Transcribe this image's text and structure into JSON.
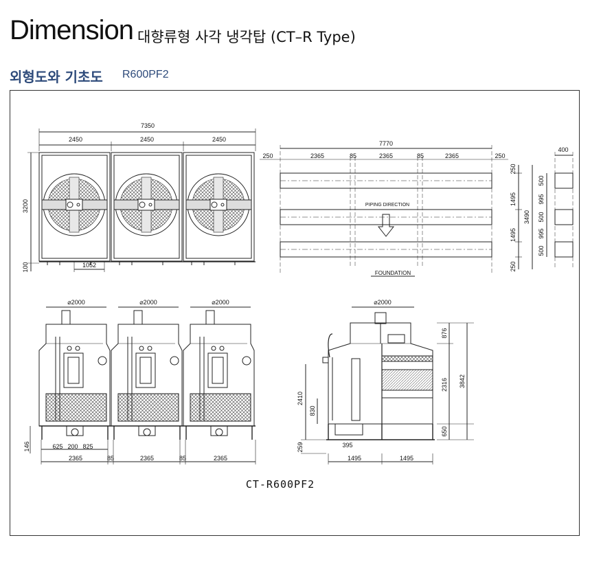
{
  "header": {
    "title": "Dimension",
    "subtitle": "대향류형 사각 냉각탑 (CT–R Type)"
  },
  "section": {
    "title": "외형도와 기초도",
    "model": "R600PF2"
  },
  "drawing": {
    "top_total": "7350",
    "top_unit": "2450",
    "top_height": "3200",
    "top_base": "100",
    "top_offset": "1052",
    "f_total": "7770",
    "f_edge": "250",
    "f_span": "2365",
    "f_gap": "85",
    "f_h1": "250",
    "f_h2": "1495",
    "f_h3": "1495",
    "f_h4": "250",
    "f_total_h": "3490",
    "piping": "PIPING DIRECTION",
    "foundation": "FOUNDATION",
    "s_width": "400",
    "s_seg1": "500",
    "s_seg2": "995",
    "s_seg3": "500",
    "s_seg4": "995",
    "s_seg5": "500",
    "fan_dia": "⌀2000",
    "fr_b1": "625",
    "fr_b2": "200",
    "fr_b3": "825",
    "fr_span": "2365",
    "fr_gap": "85",
    "fr_146": "146",
    "sd_876": "876",
    "sd_2316": "2316",
    "sd_3842": "3842",
    "sd_650": "650",
    "sd_2410": "2410",
    "sd_830": "830",
    "sd_259": "259",
    "sd_395": "395",
    "sd_1495": "1495",
    "caption": "CT-R600PF2"
  },
  "colors": {
    "accent": "#2d4a7a",
    "line": "#222222",
    "fill": "#cccccc"
  }
}
